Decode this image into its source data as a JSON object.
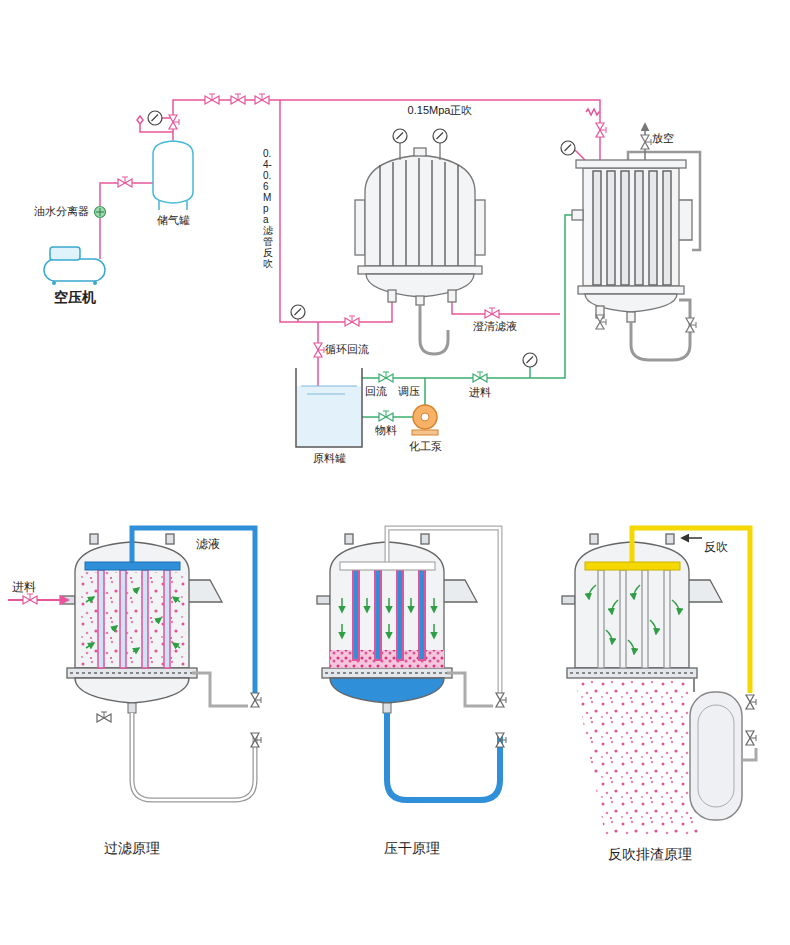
{
  "diagram": {
    "nodes": [
      {
        "text": [
          "空压机"
        ]
      },
      {
        "text": [
          "油水分离器"
        ]
      },
      {
        "text": [
          "储气罐"
        ]
      },
      {
        "text": [
          "原料罐"
        ]
      },
      {
        "text": [
          "化工泵"
        ]
      }
    ],
    "edges": [
      {
        "from": 0,
        "to": 1,
        "arrow": "none"
      },
      {
        "from": 1,
        "to": 2,
        "arrow": "none"
      },
      {
        "from": 3,
        "to": 4,
        "label": "物料",
        "arrow": "none"
      },
      {
        "from": 4,
        "to": 3,
        "label": "回流",
        "arrow": "none"
      }
    ],
    "labels": [
      "0.15Mpa正吹",
      "0.4-0.6Mpa滤管反吹",
      "放空",
      "澄清滤液",
      "循环回流",
      "调压",
      "进料",
      "进料",
      "滤液",
      "反吹",
      "过滤原理",
      "压干原理",
      "反吹排渣原理"
    ]
  }
}
